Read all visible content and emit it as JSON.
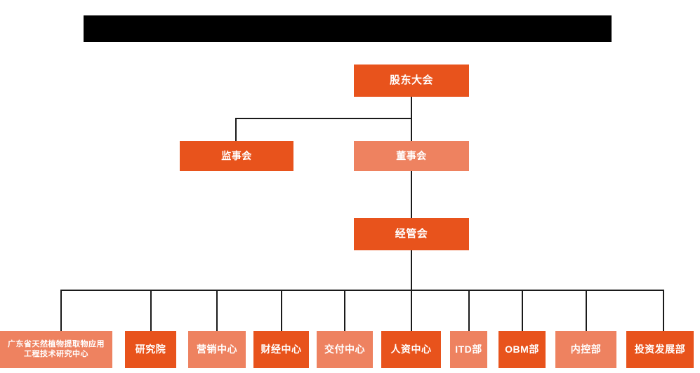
{
  "diagram": {
    "type": "organization-chart",
    "title_banner": {
      "label": "",
      "redacted": true,
      "color": "#000000"
    },
    "colors": {
      "dark_orange": "#E8531C",
      "light_orange": "#EE8260",
      "line": "#1a1a1a",
      "text": "#ffffff",
      "background": "#ffffff"
    },
    "levels": [
      {
        "level": 1,
        "nodes": [
          {
            "id": "shareholders",
            "label": "股东大会",
            "shade": "dark"
          }
        ]
      },
      {
        "level": 2,
        "nodes": [
          {
            "id": "supervisors",
            "label": "监事会",
            "shade": "dark"
          },
          {
            "id": "directors",
            "label": "董事会",
            "shade": "light"
          }
        ]
      },
      {
        "level": 3,
        "nodes": [
          {
            "id": "management",
            "label": "经管会",
            "shade": "dark"
          }
        ]
      },
      {
        "level": 4,
        "nodes": [
          {
            "id": "rnd-center",
            "label": "广东省天然植物提取物应用工程技术研究中心",
            "shade": "light"
          },
          {
            "id": "research-institute",
            "label": "研究院",
            "shade": "dark"
          },
          {
            "id": "marketing-center",
            "label": "营销中心",
            "shade": "light"
          },
          {
            "id": "finance-center",
            "label": "财经中心",
            "shade": "dark"
          },
          {
            "id": "delivery-center",
            "label": "交付中心",
            "shade": "light"
          },
          {
            "id": "hr-center",
            "label": "人资中心",
            "shade": "dark"
          },
          {
            "id": "itd-dept",
            "label": "ITD部",
            "shade": "light"
          },
          {
            "id": "obm-dept",
            "label": "OBM部",
            "shade": "dark"
          },
          {
            "id": "internal-control-dept",
            "label": "内控部",
            "shade": "light"
          },
          {
            "id": "investment-development-dept",
            "label": "投资发展部",
            "shade": "dark"
          }
        ]
      }
    ]
  }
}
